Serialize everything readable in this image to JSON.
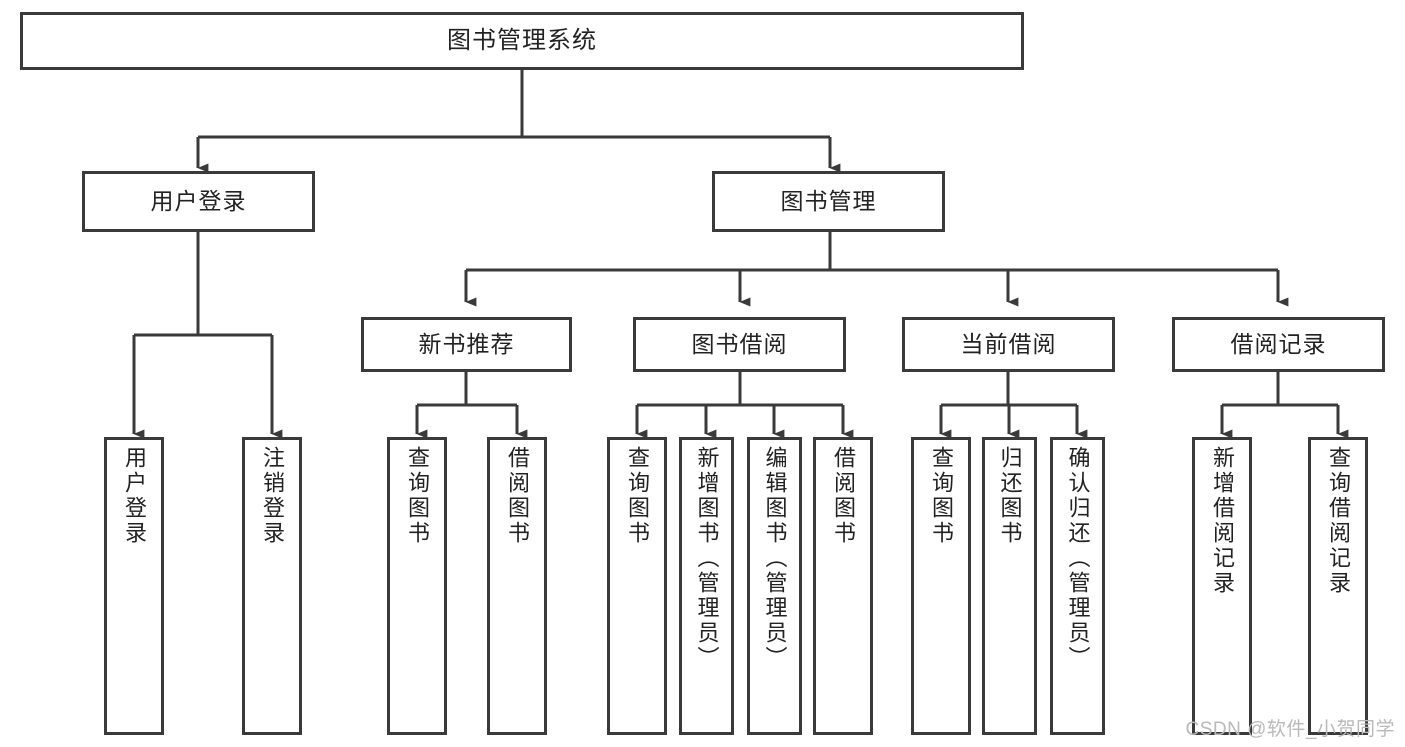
{
  "diagram": {
    "title": "图书管理系统",
    "type": "tree-hierarchy",
    "watermark": "CSDN @软件_小贺同学",
    "colors": {
      "background": "#ffffff",
      "box_border": "#3a3a3a",
      "box_fill": "#ffffff",
      "connector": "#3a3a3a",
      "text": "#222222",
      "watermark": "#b9b9b9"
    },
    "root": {
      "label": "图书管理系统",
      "orientation": "horizontal"
    },
    "level1": [
      {
        "label": "用户登录",
        "orientation": "horizontal"
      },
      {
        "label": "图书管理",
        "orientation": "horizontal"
      }
    ],
    "level2": [
      {
        "label": "新书推荐",
        "orientation": "horizontal"
      },
      {
        "label": "图书借阅",
        "orientation": "horizontal"
      },
      {
        "label": "当前借阅",
        "orientation": "horizontal"
      },
      {
        "label": "借阅记录",
        "orientation": "horizontal"
      }
    ],
    "leaves": {
      "user_login": [
        {
          "label": "用户登录",
          "orientation": "vertical"
        },
        {
          "label": "注销登录",
          "orientation": "vertical"
        }
      ],
      "new_book_recommend": [
        {
          "label": "查询图书",
          "orientation": "vertical"
        },
        {
          "label": "借阅图书",
          "orientation": "vertical"
        }
      ],
      "book_borrow": [
        {
          "label": "查询图书",
          "orientation": "vertical"
        },
        {
          "label": "新增图书（管理员）",
          "orientation": "vertical"
        },
        {
          "label": "编辑图书（管理员）",
          "orientation": "vertical"
        },
        {
          "label": "借阅图书",
          "orientation": "vertical"
        }
      ],
      "current_borrow": [
        {
          "label": "查询图书",
          "orientation": "vertical"
        },
        {
          "label": "归还图书",
          "orientation": "vertical"
        },
        {
          "label": "确认归还（管理员）",
          "orientation": "vertical"
        }
      ],
      "borrow_record": [
        {
          "label": "新增借阅记录",
          "orientation": "vertical"
        },
        {
          "label": "查询借阅记录",
          "orientation": "vertical"
        }
      ]
    }
  }
}
